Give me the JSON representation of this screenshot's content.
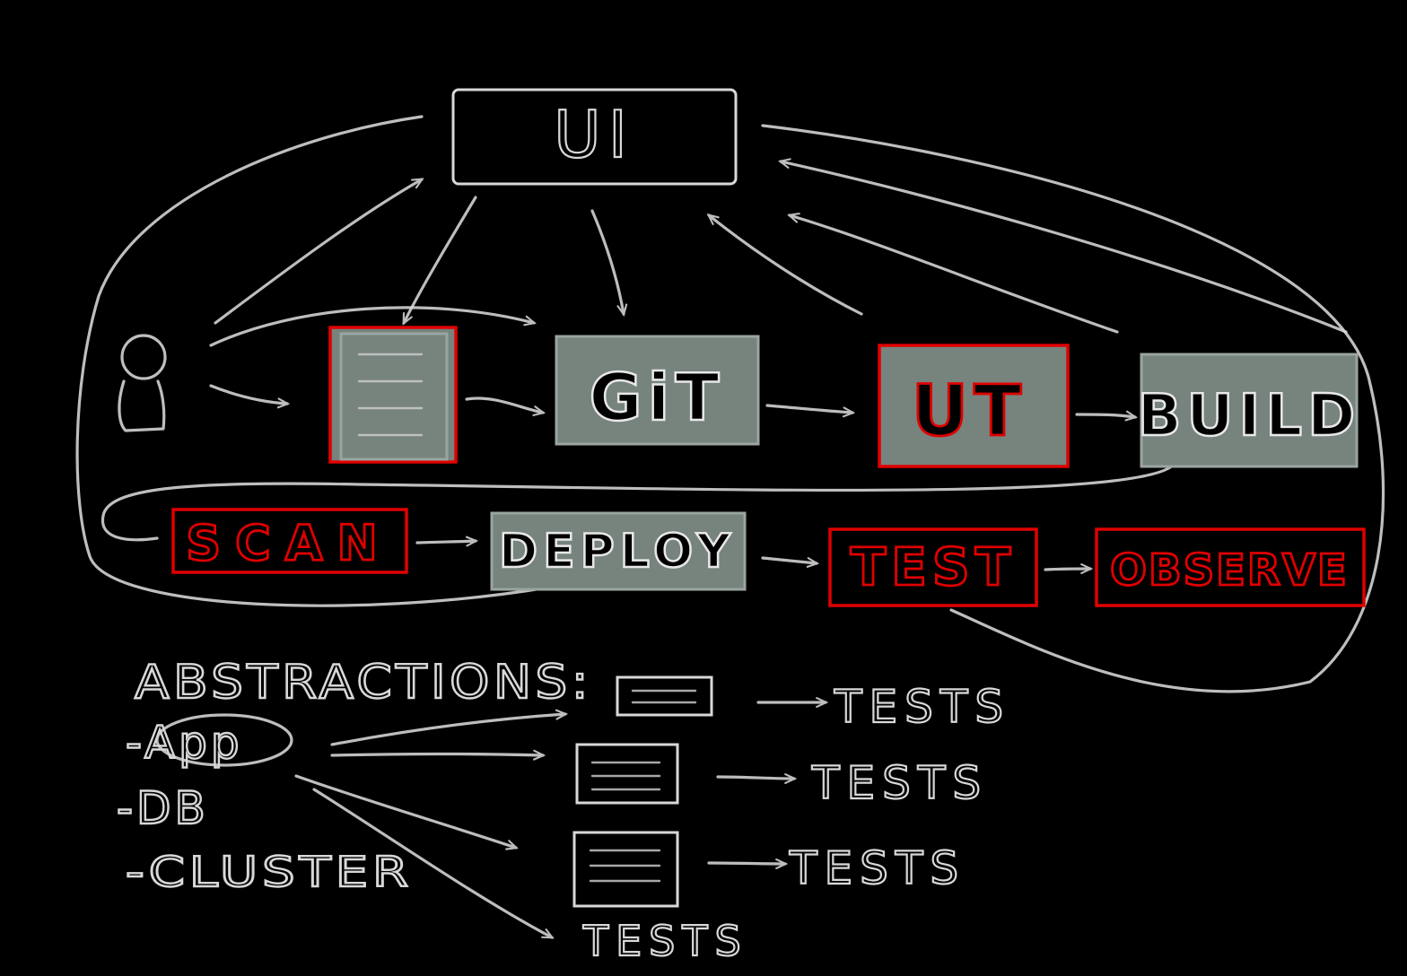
{
  "diagram": {
    "top_node": "UI",
    "pipeline_row1": [
      "GiT",
      "UT",
      "BUILD"
    ],
    "pipeline_row2": [
      "SCAN",
      "DEPLOY",
      "TEST",
      "OBSERVE"
    ],
    "abstractions": {
      "title": "ABSTRACTIONS:",
      "items": [
        "-App",
        "-DB",
        "-CLUSTER"
      ],
      "tests_label": "TESTS"
    },
    "colors": {
      "chalk": "#d8d8d8",
      "grey_box": "#77837d",
      "red": "#e00000",
      "background": "#000000"
    }
  }
}
